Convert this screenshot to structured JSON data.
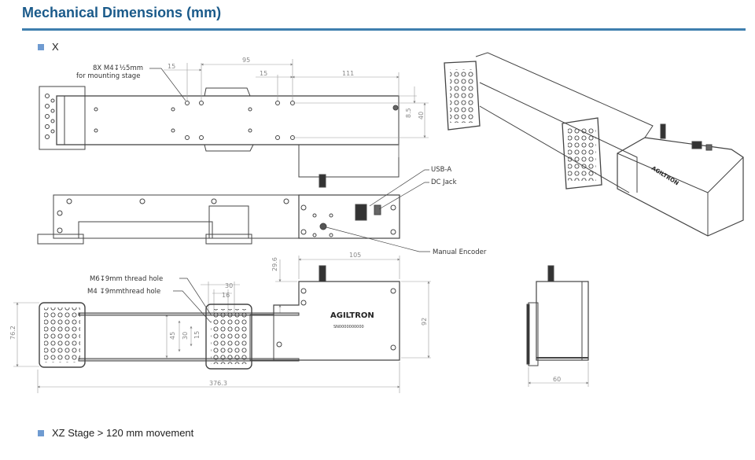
{
  "header": {
    "title": "Mechanical Dimensions (mm)"
  },
  "sections": [
    {
      "label": "X"
    },
    {
      "label": "XZ Stage > 120 mm movement"
    }
  ],
  "top_view": {
    "callout_mounting_line1": "8X M4↧½5mm",
    "callout_mounting_line2": "for mounting stage",
    "dims": {
      "d15a": "15",
      "d95": "95",
      "d15b": "15",
      "d111": "111",
      "d8_5": "8.5",
      "d40": "40"
    }
  },
  "side_view": {
    "callout_usb": "USB-A",
    "callout_dc": "DC Jack",
    "callout_encoder": "Manual Encoder",
    "dims": {
      "d105": "105",
      "d29_6": "29.6"
    }
  },
  "front_view": {
    "callout_m6": "M6↧9mm thread hole",
    "callout_m4": "M4 ↧9mmthread hole",
    "brand": "AGILTRON",
    "serial": "SN0000000000",
    "dims": {
      "d30": "30",
      "d16": "16",
      "d45": "45",
      "d30b": "30",
      "d15": "15",
      "d76_2": "76.2",
      "d92": "92",
      "d376_3": "376.3"
    }
  },
  "end_view": {
    "dims": {
      "d60": "60"
    }
  },
  "iso_view": {
    "brand": "AGILTRON"
  }
}
